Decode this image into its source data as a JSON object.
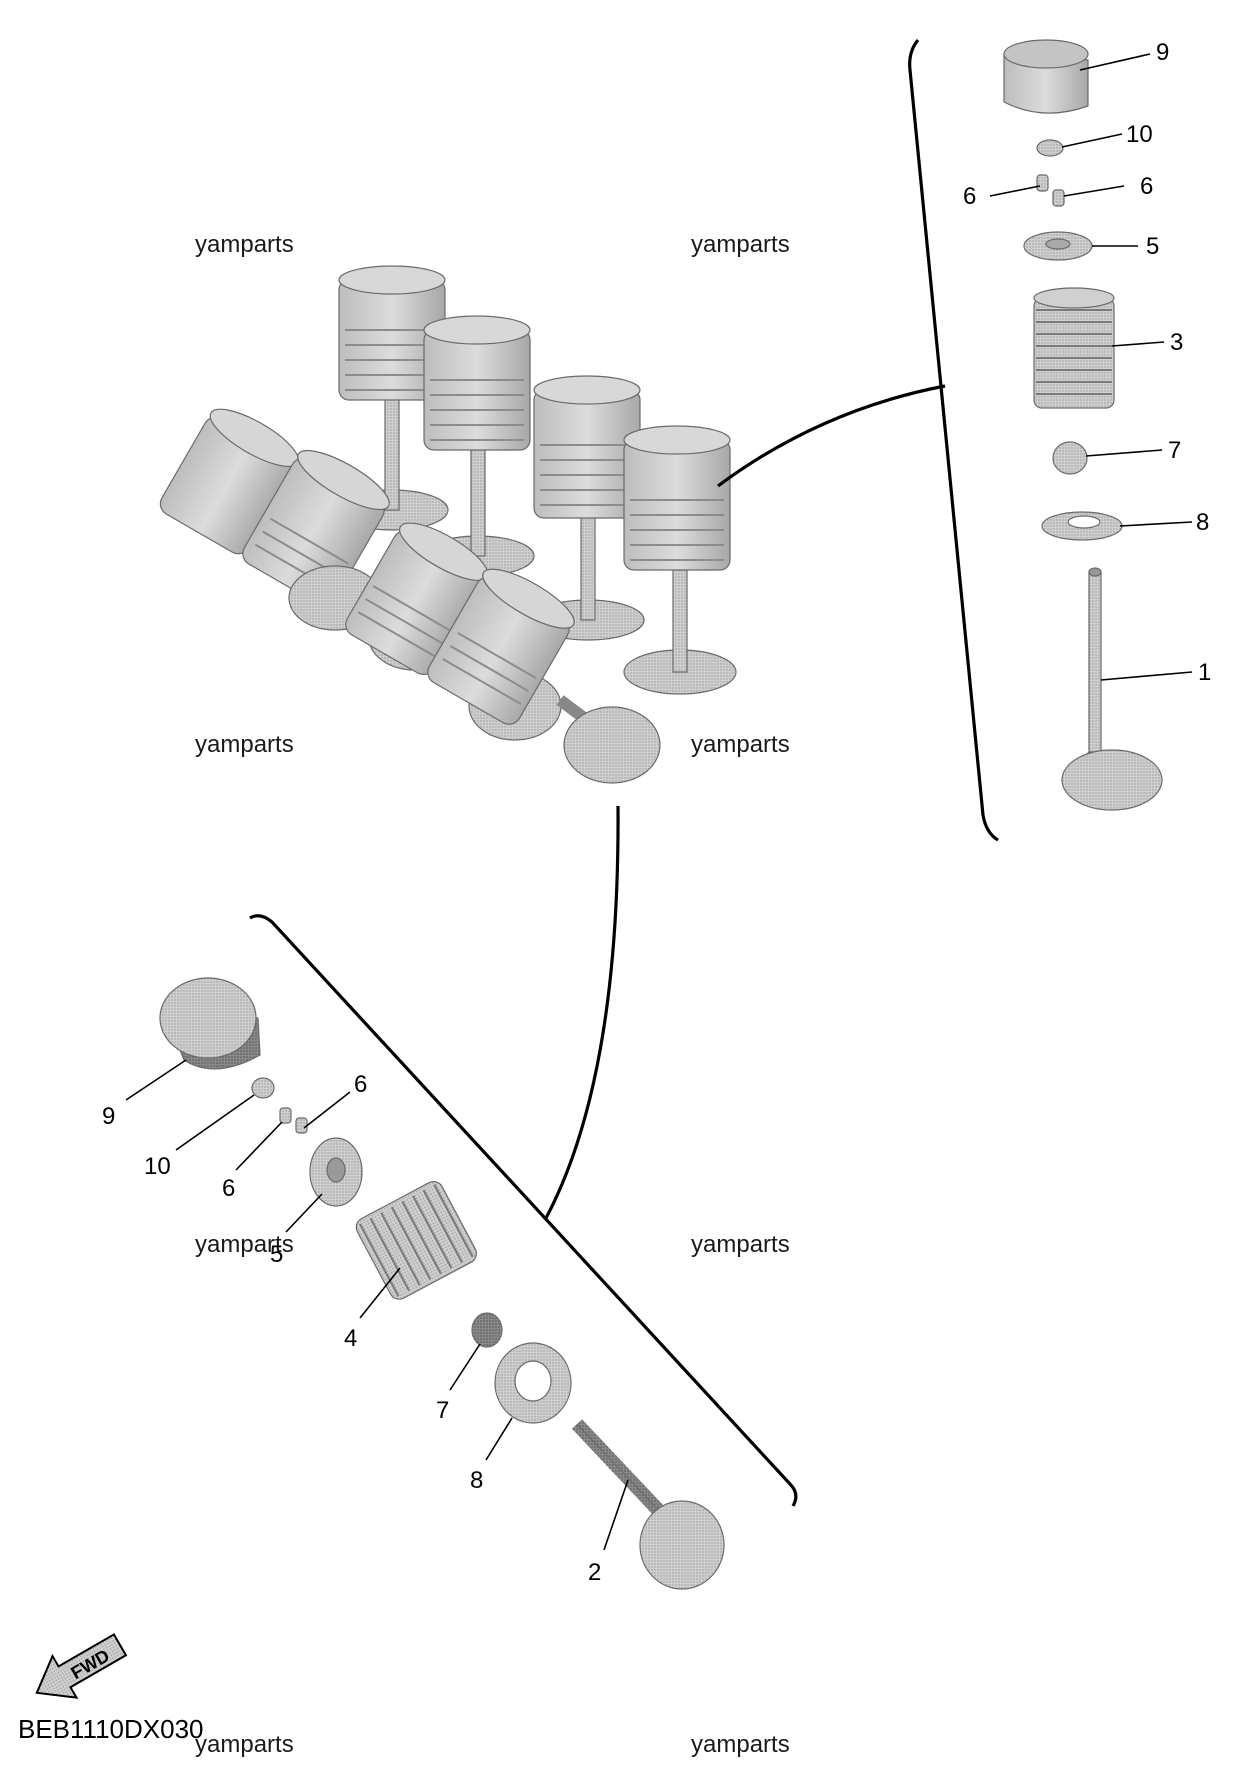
{
  "diagram": {
    "drawing_code": "BEB1110DX030",
    "watermark_text": "yamparts",
    "fwd_label": "FWD",
    "part_numbers": {
      "valve_exhaust": "1",
      "valve_intake": "2",
      "spring_outer": "3",
      "spring_lower": "4",
      "retainer": "5",
      "cotter": "6",
      "oil_seal": "7",
      "spring_seat": "8",
      "lifter": "9",
      "pad": "10"
    },
    "colors": {
      "part_fill": "#c9c9c9",
      "part_dark": "#7e7e7e",
      "line": "#000000"
    }
  }
}
